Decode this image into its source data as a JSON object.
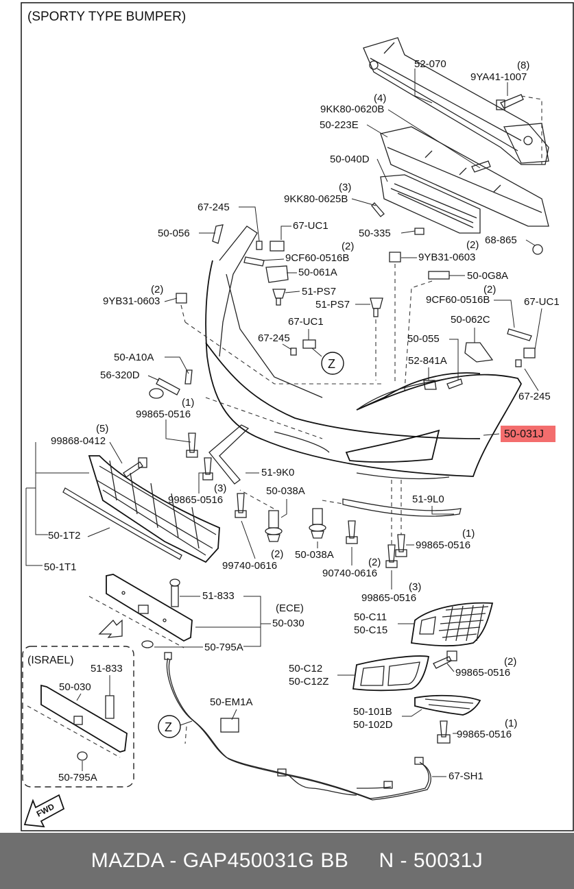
{
  "header": {
    "title": "(SPORTY TYPE BUMPER)"
  },
  "labels": {
    "p52070": "52-070",
    "qty8": "(8)",
    "p9YA41": "9YA41-1007",
    "qty4": "(4)",
    "p9KK80_0620B": "9KK80-0620B",
    "p50223E": "50-223E",
    "p50040D": "50-040D",
    "qty3a": "(3)",
    "p9KK80_0625B": "9KK80-0625B",
    "p67245a": "67-245",
    "p67UC1a": "67-UC1",
    "p50056": "50-056",
    "p50335": "50-335",
    "p68865": "68-865",
    "qty2a": "(2)",
    "p9CF60_0516B_a": "9CF60-0516B",
    "qty2b": "(2)",
    "p9YB31_0603_a": "9YB31-0603",
    "p50061A": "50-061A",
    "p500G8A": "50-0G8A",
    "p51PS7a": "51-PS7",
    "qty2c": "(2)",
    "p9YB31_0603_b": "9YB31-0603",
    "p51PS7b": "51-PS7",
    "qty2d": "(2)",
    "p9CF60_0516B_b": "9CF60-0516B",
    "p67UC1b": "67-UC1",
    "p67UC1c": "67-UC1",
    "p50062C": "50-062C",
    "p67245b": "67-245",
    "p50055": "50-055",
    "p50A10A": "50-A10A",
    "zone_z_a": "Z",
    "p52841A": "52-841A",
    "p56320D": "56-320D",
    "p67245c": "67-245",
    "qty1a": "(1)",
    "p99865_0516_a": "99865-0516",
    "p50031J": "50-031J",
    "qty5": "(5)",
    "p99868_0412": "99868-0412",
    "p519K0": "51-9K0",
    "qty3b": "(3)",
    "p99865_0516_b": "99865-0516",
    "p50038A_a": "50-038A",
    "p519L0": "51-9L0",
    "p501T2": "50-1T2",
    "qty1b": "(1)",
    "p99865_0516_c": "99865-0516",
    "p50038A_b": "50-038A",
    "qty2e": "(2)",
    "qty2f": "(2)",
    "p90740_0616": "90740-0616",
    "p99740_0616": "99740-0616",
    "p501T1": "50-1T1",
    "qty3c": "(3)",
    "p99865_0516_d": "99865-0516",
    "p51833a": "51-833",
    "ece": "(ECE)",
    "p50030a": "50-030",
    "p50C11": "50-C11",
    "p50C15": "50-C15",
    "p50795A_a": "50-795A",
    "israel": "(ISRAEL)",
    "p51833b": "51-833",
    "qty2g": "(2)",
    "p99865_0516_e": "99865-0516",
    "p50C12": "50-C12",
    "p50C12Z": "50-C12Z",
    "p50030b": "50-030",
    "p50EM1A": "50-EM1A",
    "zone_z_b": "Z",
    "p50101B": "50-101B",
    "p50102D": "50-102D",
    "qty1c": "(1)",
    "p99865_0516_f": "99865-0516",
    "p50795A_b": "50-795A",
    "p67SH1": "67-SH1",
    "fwd": "FWD"
  },
  "highlight_color": "#f36d6d",
  "footer": {
    "text": "MAZDA - GAP450031G BB     N - 50031J"
  }
}
